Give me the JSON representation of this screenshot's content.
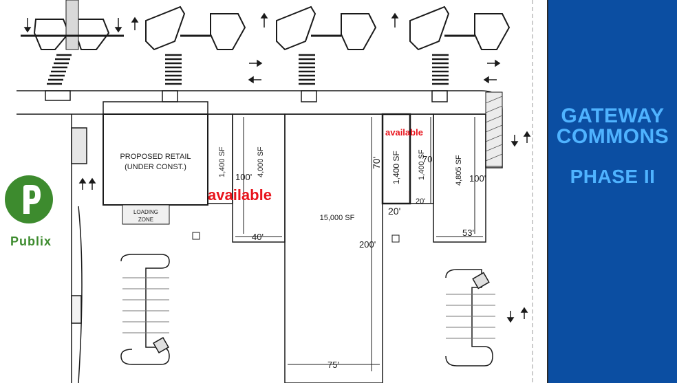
{
  "map": {
    "proposed_retail": "PROPOSED RETAIL",
    "under_const": "(UNDER CONST.)",
    "loading_zone_line1": "LOADING",
    "loading_zone_line2": "ZONE",
    "labels": {
      "sf_1400_a": "1,400 SF",
      "sf_4000": "4,000 SF",
      "sf_15000": "15,000 SF",
      "sf_1400_b": "1,400 SF",
      "sf_1400_c": "1,400 SF",
      "sf_4805": "4,805 SF"
    },
    "dimensions": {
      "d100_a": "100'",
      "d40": "40'",
      "d200": "200'",
      "d75": "75'",
      "d70_a": "70'",
      "d70_b": "70",
      "d20_a": "20'",
      "d20_b": "20'",
      "d100_b": "100'",
      "d53": "53'"
    },
    "available": {
      "a1": "available",
      "a2": "available"
    },
    "colors": {
      "line": "#1a1a1a",
      "available": "#e8141c"
    }
  },
  "panel": {
    "title_line1": "GATEWAY",
    "title_line2": "COMMONS",
    "subtitle": "PHASE II",
    "background": "#0b4ea2",
    "text_color": "#4fb3ff"
  },
  "logo": {
    "name": "Publix",
    "icon": "publix-logo-icon",
    "color": "#3d8b2e"
  }
}
